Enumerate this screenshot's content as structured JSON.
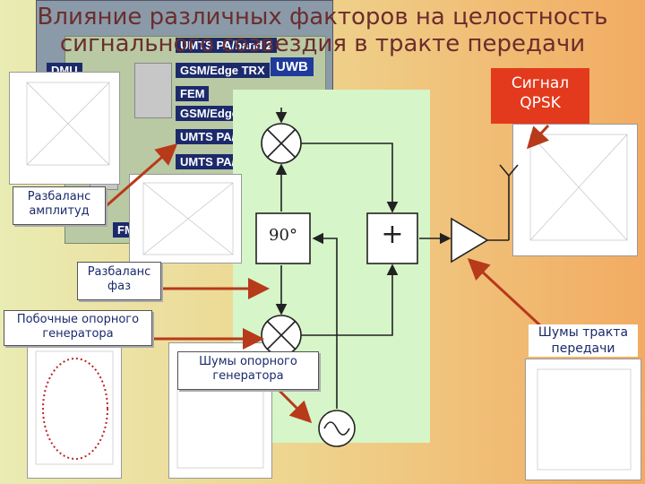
{
  "title": {
    "line1": "Влияние различных факторов на целостность",
    "line2": "сигнального созвездия в тракте передачи"
  },
  "pcb_labels": [
    "UMTS PA/band 2",
    "GSM/Edge TRX",
    "FEM",
    "GSM/Edge PA",
    "UMTS PA/band",
    "UMTS PA/band"
  ],
  "pcb_label_extra": [
    "DMU",
    "FM-"
  ],
  "uwb_label": "UWB",
  "diagram": {
    "phase_block": "90°",
    "adder_symbol": "+"
  },
  "callouts": {
    "qpsk": {
      "line1": "Сигнал",
      "line2": "QPSK"
    },
    "amp_imbalance": {
      "line1": "Разбаланс",
      "line2": "амплитуд"
    },
    "phase_imbalance": {
      "line1": "Разбаланс",
      "line2": "фаз"
    },
    "lo_spurs": {
      "line1": "Побочные опорного",
      "line2": "генератора"
    },
    "lo_noise": {
      "line1": "Шумы опорного",
      "line2": "генератора"
    },
    "tx_noise": {
      "line1": "Шумы тракта",
      "line2": "передачи"
    }
  },
  "colors": {
    "arrow": "#b73a1a",
    "panel": "#d6f5c8",
    "title": "#6b2d2d",
    "qpsk_bg": "#e33a1e"
  }
}
